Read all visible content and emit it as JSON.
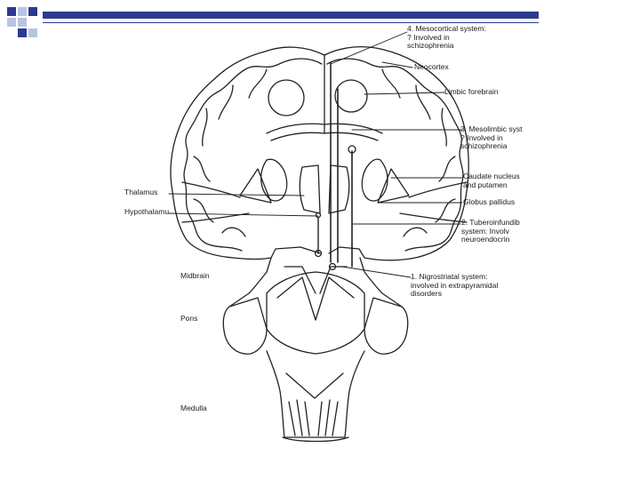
{
  "labels": {
    "mesocortical_1": "4. Mesocortical system:",
    "mesocortical_2": "? Involved in",
    "mesocortical_3": "schizophrenia",
    "neocortex": "Neocortex",
    "limbic_forebrain": "Limbic forebrain",
    "mesolimbic_1": "3. Mesolimbic syst",
    "mesolimbic_2": "? Involved in",
    "mesolimbic_3": "schizophrenia",
    "caudate_1": "Caudate nucleus",
    "caudate_2": "and putamen",
    "globus_pallidus": "Globus pallidus",
    "tubero_1": "2. Tuberoinfundib",
    "tubero_2": "system: Involv",
    "tubero_3": "neuroendocrin",
    "nigrostriatal_1": "1. Nigrostriatal system:",
    "nigrostriatal_2": "involved in extrapyramidal",
    "nigrostriatal_3": "disorders",
    "thalamus": "Thalamus",
    "hypothalamus": "Hypothalamus",
    "midbrain": "Midbrain",
    "pons": "Pons",
    "medulla": "Medulla"
  },
  "colors": {
    "accent": "#2b3a8c",
    "accent_light": "#b9c3e6",
    "ink": "#1a1a1a"
  }
}
